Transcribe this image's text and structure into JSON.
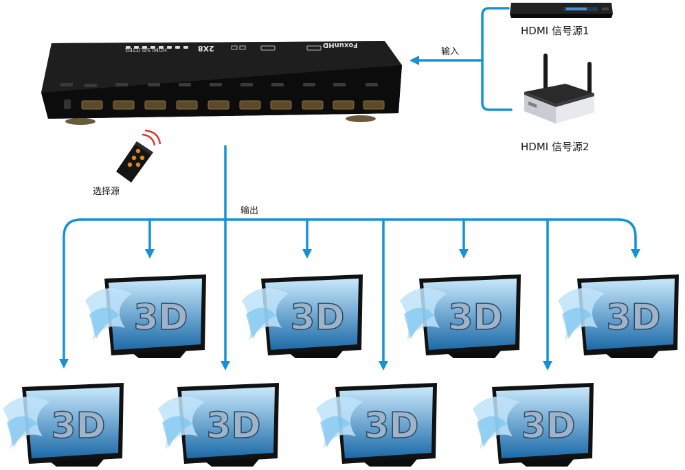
{
  "splitter": {
    "brand": "FoxunHD",
    "model": "2X8",
    "subtitle": "HDMI SPLITTER"
  },
  "sources": [
    {
      "label": "HDMI 信号源1",
      "kind": "dvd-player"
    },
    {
      "label": "HDMI 信号源2",
      "kind": "router-box"
    }
  ],
  "flow": {
    "input_label": "输入",
    "output_label": "输出",
    "remote_label": "选择源"
  },
  "displays": {
    "badge_text": "3D",
    "top_row_count": 4,
    "bottom_row_count": 4
  },
  "colors": {
    "wire": "#1492d4",
    "device_body": "#0f0f0f",
    "screen_top": "#c8e8fb",
    "screen_bottom": "#1c6aa8",
    "badge": "#9fb4c8"
  }
}
